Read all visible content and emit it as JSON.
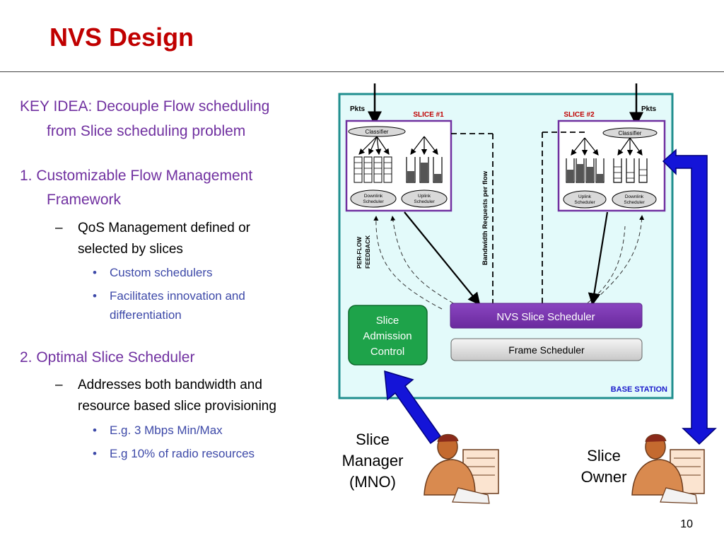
{
  "title": "NVS Design",
  "slide": {
    "key_idea_line1": "KEY IDEA: Decouple Flow scheduling",
    "key_idea_line2": "from Slice scheduling problem",
    "point1_line1": "1. Customizable Flow Management",
    "point1_line2": "Framework",
    "p1_sub1_line1": "QoS Management defined or",
    "p1_sub1_line2": "selected by slices",
    "p1_bullet1": "Custom schedulers",
    "p1_bullet2_line1": "Facilitates innovation and",
    "p1_bullet2_line2": "differentiation",
    "point2": "2. Optimal Slice Scheduler",
    "p2_sub1_line1": "Addresses both bandwidth and",
    "p2_sub1_line2": "resource based slice provisioning",
    "p2_bullet1": "E.g. 3 Mbps Min/Max",
    "p2_bullet2": "E.g 10% of radio resources",
    "dash": "–",
    "dot": "•",
    "page_number": "10"
  },
  "diagram": {
    "pkts_left": "Pkts",
    "pkts_right": "Pkts",
    "slice1": "SLICE #1",
    "slice2": "SLICE #2",
    "classifier": "Classifier",
    "downlink_l1": "Downlink",
    "downlink_l2": "Scheduler",
    "uplink_l1": "Uplink",
    "uplink_l2": "Scheduler",
    "per_flow_l1": "PER-FLOW",
    "per_flow_l2": "FEEDBACK",
    "bandwidth_requests": "Bandwidth Requests per flow",
    "admission_l1": "Slice",
    "admission_l2": "Admission",
    "admission_l3": "Control",
    "nvs_scheduler": "NVS Slice Scheduler",
    "frame_scheduler": "Frame Scheduler",
    "base_station": "BASE STATION",
    "manager_l1": "Slice",
    "manager_l2": "Manager",
    "manager_l3": "(MNO)",
    "owner_l1": "Slice",
    "owner_l2": "Owner",
    "colors": {
      "title": "#c00000",
      "heading_purple": "#7030a0",
      "bullet_blue": "#3d49a8",
      "base_station_bg": "#e3fafa",
      "base_station_border": "#1f8e8e",
      "slice_border": "#7030a0",
      "nvs_scheduler_bg": "#7030a0",
      "admission_bg": "#1ea34a",
      "arrow_blue": "#1414d8"
    }
  }
}
